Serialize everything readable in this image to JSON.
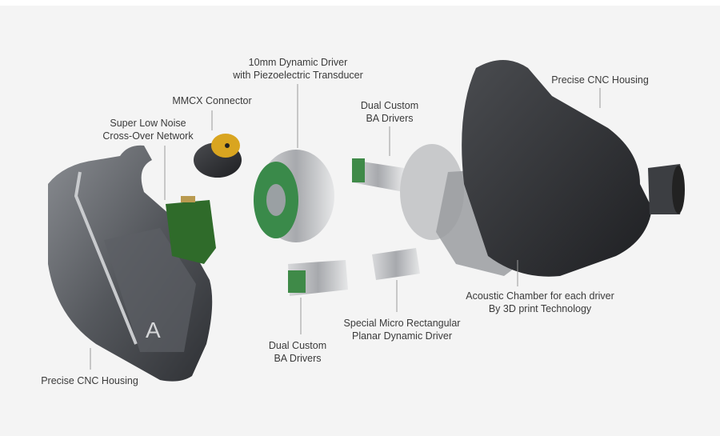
{
  "labels": {
    "driver_10mm": {
      "line1": "10mm Dynamic Driver",
      "line2": "with Piezoelectric Transducer"
    },
    "mmcx": {
      "line1": "MMCX Connector"
    },
    "crossover": {
      "line1": "Super Low Noise",
      "line2": "Cross-Over Network"
    },
    "ba_top": {
      "line1": "Dual Custom",
      "line2": "BA Drivers"
    },
    "housing_right": {
      "line1": "Precise CNC Housing"
    },
    "acoustic": {
      "line1": "Acoustic Chamber for each driver",
      "line2": "By 3D print Technology"
    },
    "planar": {
      "line1": "Special Micro Rectangular",
      "line2": "Planar Dynamic Driver"
    },
    "ba_bottom": {
      "line1": "Dual Custom",
      "line2": "BA Drivers"
    },
    "housing_left": {
      "line1": "Precise CNC Housing"
    }
  },
  "logo_text": "A"
}
